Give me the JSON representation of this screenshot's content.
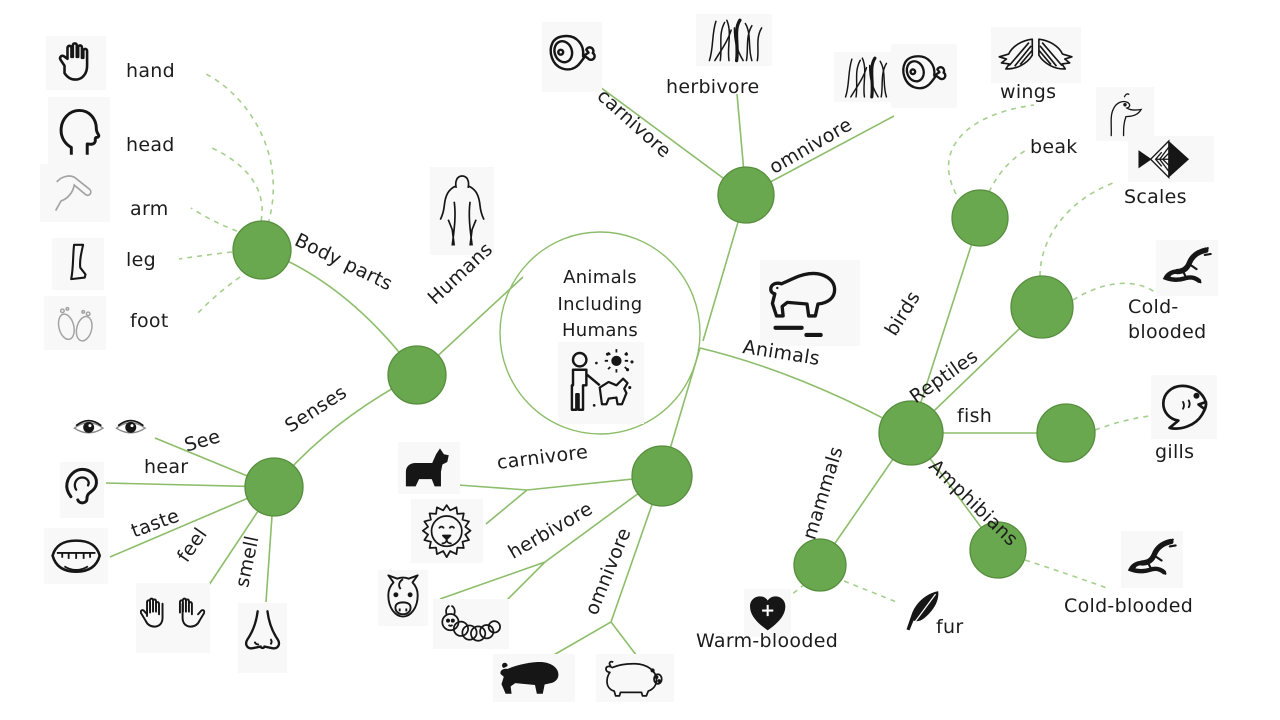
{
  "colors": {
    "node_fill": "#6aa84f",
    "node_stroke": "#568e3e",
    "line": "#8cbd6a",
    "dashed_line": "#a5cf8d",
    "text": "#1c1c1c"
  },
  "center": {
    "line1": "Animals",
    "line2": "Including",
    "line3": "Humans",
    "icon": "person-with-dog-icon"
  },
  "humans": {
    "label": "Humans",
    "icon": "human-body-icon"
  },
  "body_parts": {
    "label": "Body parts",
    "items": [
      {
        "label": "hand",
        "icon": "hand-icon"
      },
      {
        "label": "head",
        "icon": "head-icon"
      },
      {
        "label": "arm",
        "icon": "arm-icon"
      },
      {
        "label": "leg",
        "icon": "leg-icon"
      },
      {
        "label": "foot",
        "icon": "foot-icon"
      }
    ]
  },
  "senses": {
    "label": "Senses",
    "items": [
      {
        "label": "See",
        "icon": "eyes-icon"
      },
      {
        "label": "hear",
        "icon": "ear-icon"
      },
      {
        "label": "taste",
        "icon": "mouth-icon"
      },
      {
        "label": "feel",
        "icon": "hands-icon"
      },
      {
        "label": "smell",
        "icon": "nose-icon"
      }
    ]
  },
  "human_diet": {
    "carnivore": "carnivore",
    "herbivore": "herbivore",
    "omnivore": "omnivore",
    "carnivore_icon": "meat-icon",
    "herbivore_icon": "grass-icon",
    "omnivore_icons": [
      "grass-icon",
      "meat-icon"
    ]
  },
  "animals": {
    "label": "Animals",
    "icon": "polar-bear-icon"
  },
  "birds": {
    "label": "birds",
    "wings": "wings",
    "wings_icon": "wings-icon",
    "beak": "beak",
    "beak_icon": "bird-head-icon"
  },
  "reptiles": {
    "label": "Reptiles",
    "scales": "Scales",
    "scales_icon": "fish-scales-icon",
    "cold_blooded_line1": "Cold-",
    "cold_blooded_line2": "blooded",
    "cold_blooded_icon": "lizard-icon"
  },
  "fish": {
    "label": "fish",
    "gills": "gills",
    "gills_icon": "fish-icon"
  },
  "amphibians": {
    "label": "Amphibians",
    "cold_blooded": "Cold-blooded",
    "cold_blooded_icon": "newt-icon"
  },
  "mammals": {
    "label": "mammals",
    "warm_blooded": "Warm-blooded",
    "warm_blooded_icon": "heart-plus-icon",
    "fur": "fur",
    "fur_icon": "feather-icon"
  },
  "animal_diet": {
    "carnivore": "carnivore",
    "herbivore": "herbivore",
    "omnivore": "omnivore",
    "carnivore_icons": [
      "dog-icon",
      "lion-icon"
    ],
    "herbivore_icons": [
      "horse-icon",
      "caterpillar-icon"
    ],
    "omnivore_icons": [
      "bear-icon",
      "pig-icon"
    ]
  }
}
